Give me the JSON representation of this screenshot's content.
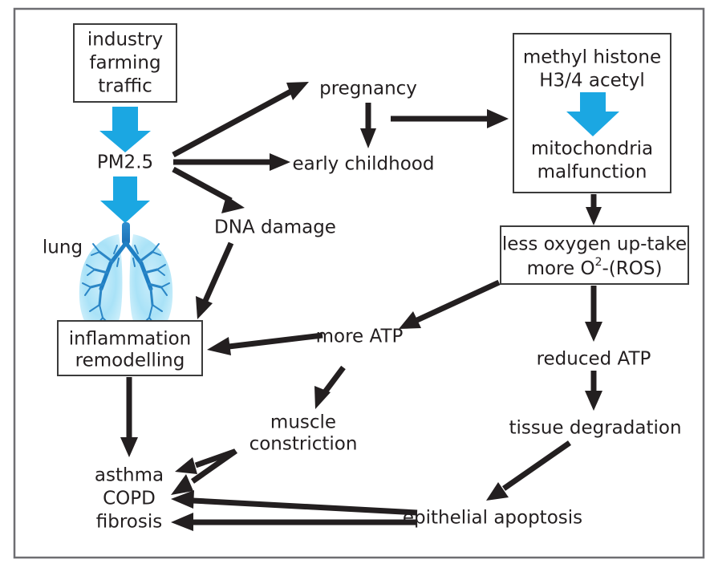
{
  "diagram": {
    "title": "PM2.5 exposure pathway to respiratory disease",
    "frame": {
      "color": "#6e6e72"
    },
    "colors": {
      "blue_arrow": "#1ba7e2",
      "text": "#231f20",
      "box_border": "#3b3b3b",
      "frame_border": "#6e6e72",
      "lung_light": "#b6e7f7",
      "lung_mid": "#5ec6ec",
      "lung_dark": "#1f7fc4"
    },
    "nodes": {
      "sources": {
        "lines": [
          "industry",
          "farming",
          "traffic"
        ],
        "type": "box"
      },
      "pm25": {
        "label": "PM2.5",
        "type": "text"
      },
      "lung_label": {
        "label": "lung",
        "type": "text"
      },
      "lung_image": {
        "label": "lung-illustration",
        "type": "image"
      },
      "pregnancy": {
        "label": "pregnancy",
        "type": "text"
      },
      "early_childhood": {
        "label": "early childhood",
        "type": "text"
      },
      "dna_damage": {
        "label": "DNA damage",
        "type": "text"
      },
      "epigenetics": {
        "lines": [
          "methyl histone",
          "H3/4 acetyl",
          "mitochondria",
          "malfunction"
        ],
        "type": "box"
      },
      "oxygen": {
        "line1": "less oxygen up-take",
        "line2_a": "more O",
        "line2_sup": "2",
        "line2_b": "-(ROS)",
        "type": "box"
      },
      "inflammation": {
        "lines": [
          "inflammation",
          "remodelling"
        ],
        "type": "box"
      },
      "more_atp": {
        "label": "more ATP",
        "type": "text"
      },
      "reduced_atp": {
        "label": "reduced ATP",
        "type": "text"
      },
      "muscle_constriction": {
        "lines": [
          "muscle",
          "constriction"
        ],
        "type": "text"
      },
      "tissue_degradation": {
        "label": "tissue degradation",
        "type": "text"
      },
      "epithelial_apoptosis": {
        "label": "epithelial apoptosis",
        "type": "text"
      },
      "outcomes": {
        "lines": [
          "asthma",
          "COPD",
          "fibrosis"
        ],
        "type": "text"
      }
    },
    "edges": [
      {
        "name": "sources-to-pm25",
        "from": "sources",
        "to": "pm25",
        "style": "thick-blue"
      },
      {
        "name": "pm25-to-lung",
        "from": "pm25",
        "to": "lung_image",
        "style": "thick-blue"
      },
      {
        "name": "pm25-to-pregnancy",
        "from": "pm25",
        "to": "pregnancy",
        "style": "black"
      },
      {
        "name": "pm25-to-early-childhood",
        "from": "pm25",
        "to": "early_childhood",
        "style": "black"
      },
      {
        "name": "pm25-to-dna-damage",
        "from": "pm25",
        "to": "dna_damage",
        "style": "black"
      },
      {
        "name": "pregnancy-to-early-childhood",
        "from": "pregnancy",
        "to": "early_childhood",
        "style": "black"
      },
      {
        "name": "pregnancy-to-epigenetics",
        "from": "pregnancy",
        "to": "epigenetics",
        "style": "black"
      },
      {
        "name": "methyl-to-mitochondria",
        "from": "methyl histone H3/4 acetyl",
        "to": "mitochondria malfunction",
        "style": "thick-blue"
      },
      {
        "name": "epigenetics-to-oxygen",
        "from": "epigenetics",
        "to": "oxygen",
        "style": "black"
      },
      {
        "name": "oxygen-to-more-atp",
        "from": "oxygen",
        "to": "more_atp",
        "style": "black"
      },
      {
        "name": "oxygen-to-reduced-atp",
        "from": "oxygen",
        "to": "reduced_atp",
        "style": "black"
      },
      {
        "name": "reduced-atp-to-tissue-degradation",
        "from": "reduced_atp",
        "to": "tissue_degradation",
        "style": "black"
      },
      {
        "name": "tissue-degradation-to-epithelial-apoptosis",
        "from": "tissue_degradation",
        "to": "epithelial_apoptosis",
        "style": "black"
      },
      {
        "name": "dna-damage-to-inflammation",
        "from": "dna_damage",
        "to": "inflammation",
        "style": "black"
      },
      {
        "name": "more-atp-to-inflammation",
        "from": "more_atp",
        "to": "inflammation",
        "style": "black"
      },
      {
        "name": "more-atp-to-muscle-constriction",
        "from": "more_atp",
        "to": "muscle_constriction",
        "style": "black"
      },
      {
        "name": "inflammation-to-asthma",
        "from": "inflammation",
        "to": "asthma",
        "style": "black"
      },
      {
        "name": "muscle-constriction-to-asthma",
        "from": "muscle_constriction",
        "to": "asthma",
        "style": "black"
      },
      {
        "name": "muscle-constriction-to-copd",
        "from": "muscle_constriction",
        "to": "COPD",
        "style": "black"
      },
      {
        "name": "epithelial-apoptosis-to-copd",
        "from": "epithelial_apoptosis",
        "to": "COPD",
        "style": "black"
      },
      {
        "name": "epithelial-apoptosis-to-fibrosis",
        "from": "epithelial_apoptosis",
        "to": "fibrosis",
        "style": "black"
      }
    ]
  }
}
